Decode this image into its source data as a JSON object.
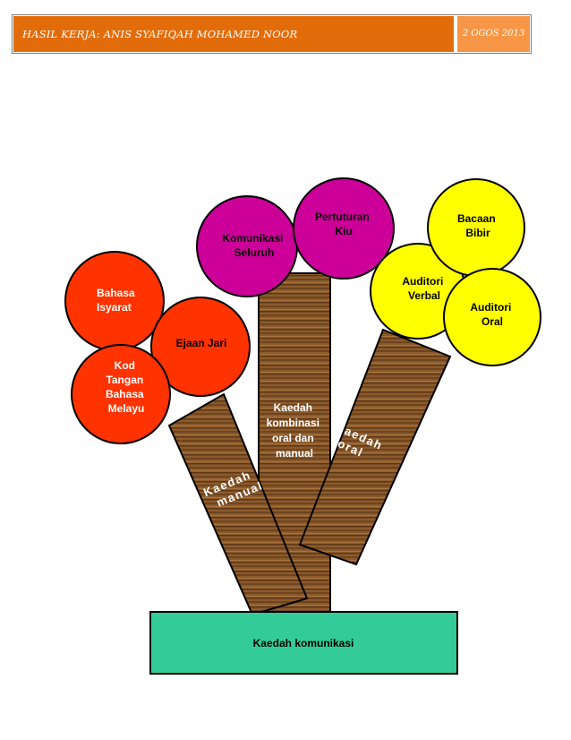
{
  "header": {
    "title": "HASIL KERJA: ANIS SYAFIQAH MOHAMED NOOR",
    "date": "2 OGOS 2013"
  },
  "diagram": {
    "base_label": "Kaedah komunikasi",
    "trunks": {
      "manual": [
        "Kaedah",
        "manual"
      ],
      "combined": [
        "Kaedah",
        "kombinasi",
        "oral dan",
        "manual"
      ],
      "oral": [
        "Kaedah",
        "oral"
      ]
    },
    "circles": {
      "bahasa_isyarat": [
        "Bahasa",
        "Isyarat"
      ],
      "ejaan_jari": [
        "Ejaan Jari"
      ],
      "kod_tangan": [
        "Kod",
        "Tangan",
        "Bahasa",
        "Melayu"
      ],
      "komunikasi_seluruh": [
        "Komunikasi",
        "Seluruh"
      ],
      "pertuturan_kiu": [
        "Pertuturan",
        "Kiu"
      ],
      "auditori_verbal": [
        "Auditori",
        "Verbal"
      ],
      "bacaan_bibir": [
        "Bacaan",
        "Bibir"
      ],
      "auditori_oral": [
        "Auditori",
        "Oral"
      ]
    },
    "colors": {
      "manual": "#ff3300",
      "combined": "#cc0099",
      "oral": "#ffff00",
      "base": "#33cc99",
      "wood": "#8b5a2b",
      "header_title_bg": "#e36c0a",
      "header_date_bg": "#f79646"
    }
  }
}
